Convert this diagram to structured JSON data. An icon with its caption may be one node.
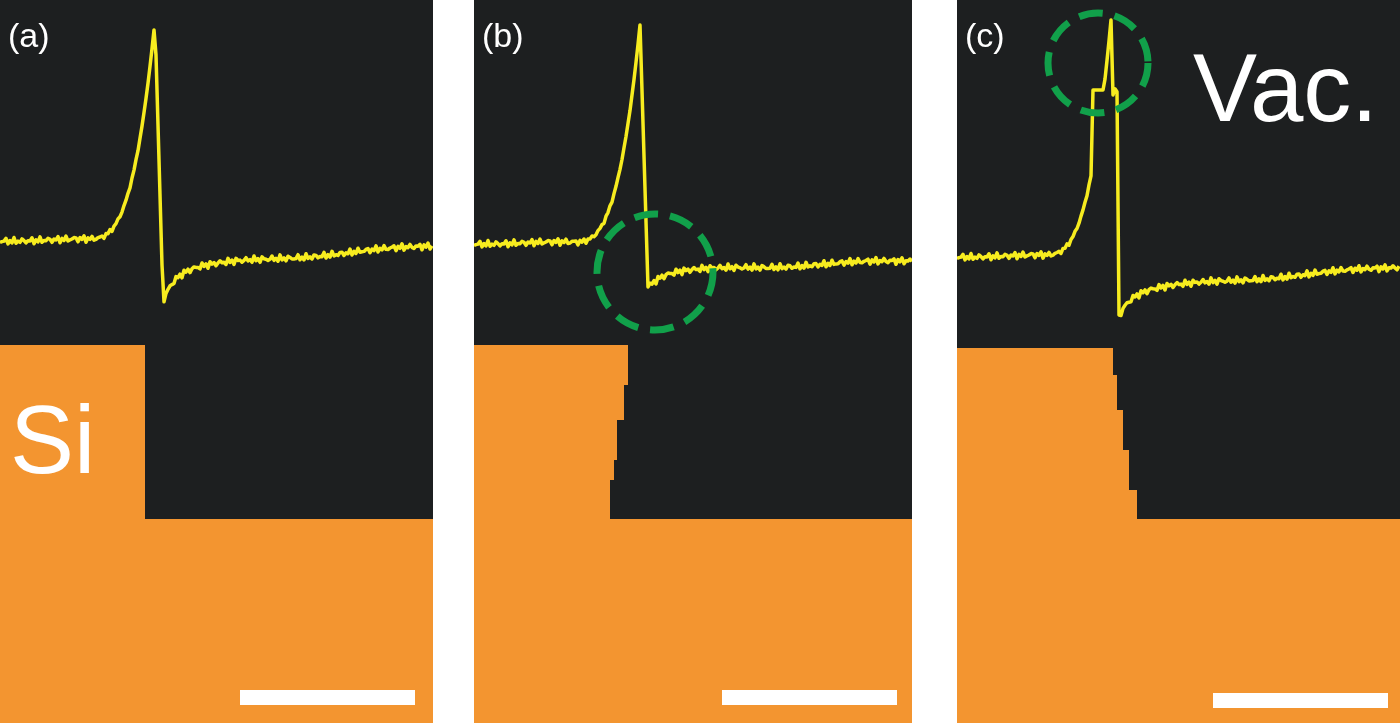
{
  "diagram": {
    "labels": [
      "(a)",
      "Si",
      "(b)",
      "(c)",
      "Vac."
    ]
  }
}
